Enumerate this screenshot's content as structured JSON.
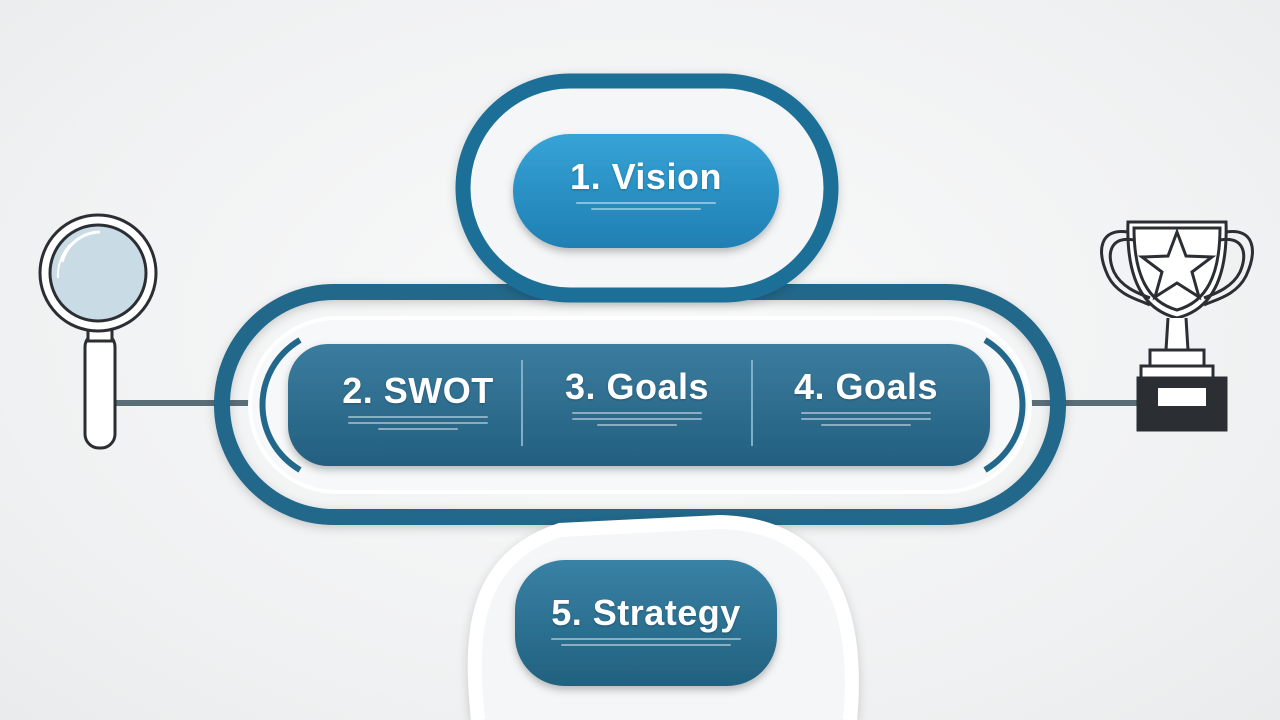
{
  "steps": [
    {
      "id": "vision",
      "label": "1. Vision"
    },
    {
      "id": "swot",
      "label": "2. SWOT"
    },
    {
      "id": "goals-a",
      "label": "3. Goals"
    },
    {
      "id": "goals-b",
      "label": "4. Goals"
    },
    {
      "id": "strategy",
      "label": "5. Strategy"
    }
  ],
  "icons": {
    "start": "magnifying-glass-icon",
    "end": "trophy-icon"
  },
  "colors": {
    "dark_blue": "#215f7f",
    "mid_blue": "#2a7ca3",
    "light_blue": "#2e94c6",
    "connector": "#5a6e78",
    "icon_stroke": "#2b2f33",
    "lens": "#c9dce6",
    "background": "#f1f2f3"
  }
}
